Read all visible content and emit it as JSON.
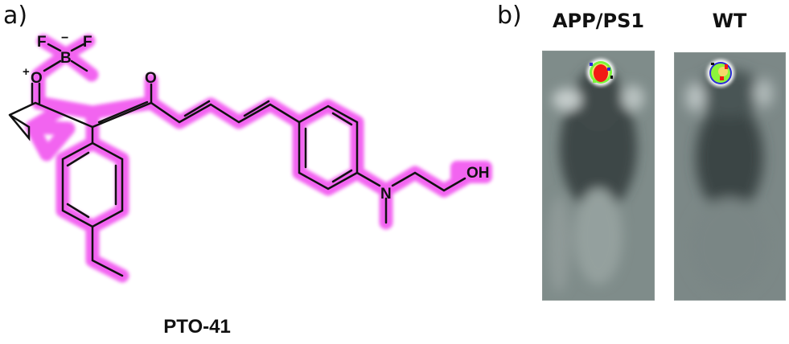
{
  "panel_a": {
    "label": "a)",
    "compound_name": "PTO-41",
    "atoms": {
      "F_left": "F",
      "F_right": "F",
      "B": "B",
      "B_charge": "−",
      "O_left": "O",
      "O_left_charge": "+",
      "O_right": "O",
      "N": "N",
      "OH": "OH"
    },
    "highlight_color": "#f25cf0",
    "bond_color": "#111111"
  },
  "panel_b": {
    "label": "b)",
    "images": [
      {
        "title": "APP/PS1",
        "signal": "strong"
      },
      {
        "title": "WT",
        "signal": "weak"
      }
    ]
  }
}
